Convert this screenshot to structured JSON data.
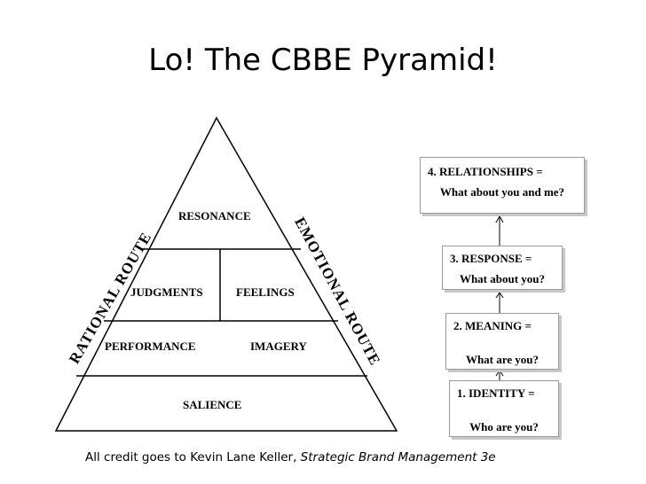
{
  "title": "Lo!  The CBBE Pyramid!",
  "pyramid": {
    "resonance": "RESONANCE",
    "judgments": "JUDGMENTS",
    "feelings": "FEELINGS",
    "performance": "PERFORMANCE",
    "imagery": "IMAGERY",
    "salience": "SALIENCE",
    "rational_route": "RATIONAL ROUTE",
    "emotional_route": "EMOTIONAL ROUTE"
  },
  "steps": [
    {
      "heading": "4.   RELATIONSHIPS  =",
      "question": "What about you and me?"
    },
    {
      "heading": "3.  RESPONSE  =",
      "question": "What about you?"
    },
    {
      "heading": "2.   MEANING  =",
      "question": "What are you?"
    },
    {
      "heading": "1.   IDENTITY  =",
      "question": "Who are you?"
    }
  ],
  "footer": {
    "credit": "All credit goes to Kevin Lane Keller,",
    "book": "Strategic Brand Management 3e"
  },
  "colors": {
    "line": "#000000",
    "box_border": "#9a9a9a",
    "box_shadow": "#c8c8c8"
  }
}
